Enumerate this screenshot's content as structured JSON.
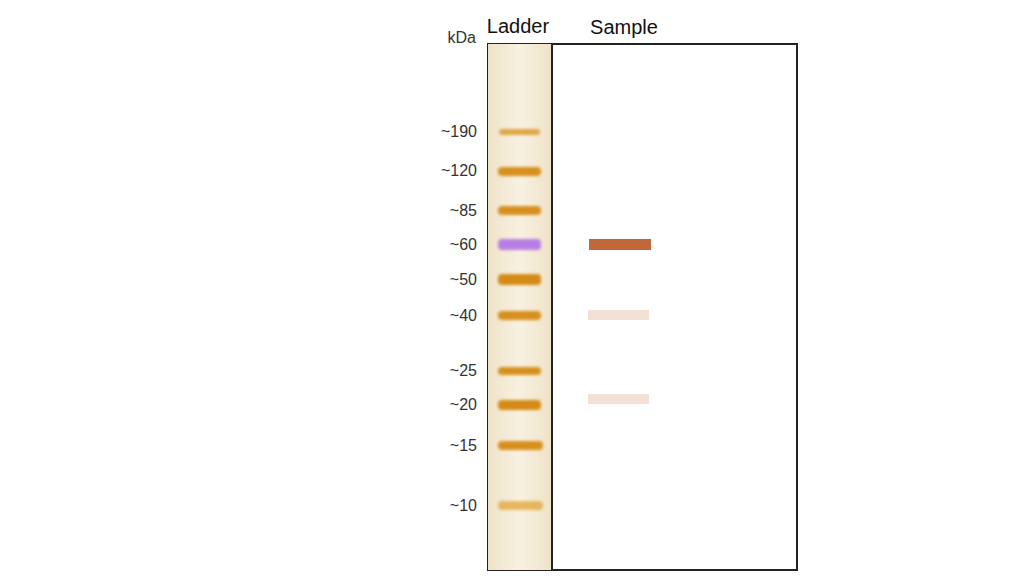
{
  "diagram": {
    "nodes": [
      {
        "text": [
          "Ladder"
        ]
      },
      {
        "text": [
          "Sample"
        ]
      }
    ],
    "labels": [
      "kDa",
      "~190",
      "~120",
      "~85",
      "~60",
      "~50",
      "~40",
      "~25",
      "~20",
      "~15",
      "~10"
    ]
  }
}
